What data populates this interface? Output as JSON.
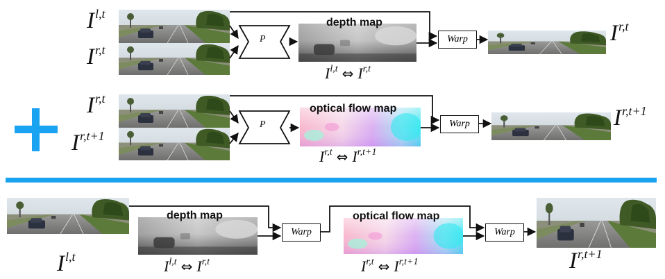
{
  "row1": {
    "input_top": {
      "base": "I",
      "sup": "l,t"
    },
    "input_bottom": {
      "base": "I",
      "sup": "r,t"
    },
    "net_label": "P",
    "map_title": "depth map",
    "map_eq": {
      "left_base": "I",
      "left_sup": "l,t",
      "arrow": "⇔",
      "right_base": "I",
      "right_sup": "r,t"
    },
    "warp_label": "Warp",
    "output": {
      "base": "I",
      "sup": "r,t"
    }
  },
  "row2": {
    "input_top": {
      "base": "I",
      "sup": "r,t"
    },
    "input_bottom": {
      "base": "I",
      "sup": "r,t+1"
    },
    "net_label": "P",
    "map_title": "optical flow map",
    "map_eq": {
      "left_base": "I",
      "left_sup": "r,t",
      "arrow": "⇔",
      "right_base": "I",
      "right_sup": "r,t+1"
    },
    "warp_label": "Warp",
    "output": {
      "base": "I",
      "sup": "r,t+1"
    }
  },
  "plus_symbol": "+",
  "row3": {
    "input": {
      "base": "I",
      "sup": "l,t"
    },
    "depth_title": "depth map",
    "depth_eq": {
      "left_base": "I",
      "left_sup": "l,t",
      "arrow": "⇔",
      "right_base": "I",
      "right_sup": "r,t"
    },
    "warp1_label": "Warp",
    "flow_title": "optical flow map",
    "flow_eq": {
      "left_base": "I",
      "left_sup": "r,t",
      "arrow": "⇔",
      "right_base": "I",
      "right_sup": "r,t+1"
    },
    "warp2_label": "Warp",
    "output": {
      "base": "I",
      "sup": "r,t+1"
    }
  },
  "colors": {
    "accent": "#1aa3f0",
    "line": "#111111"
  }
}
